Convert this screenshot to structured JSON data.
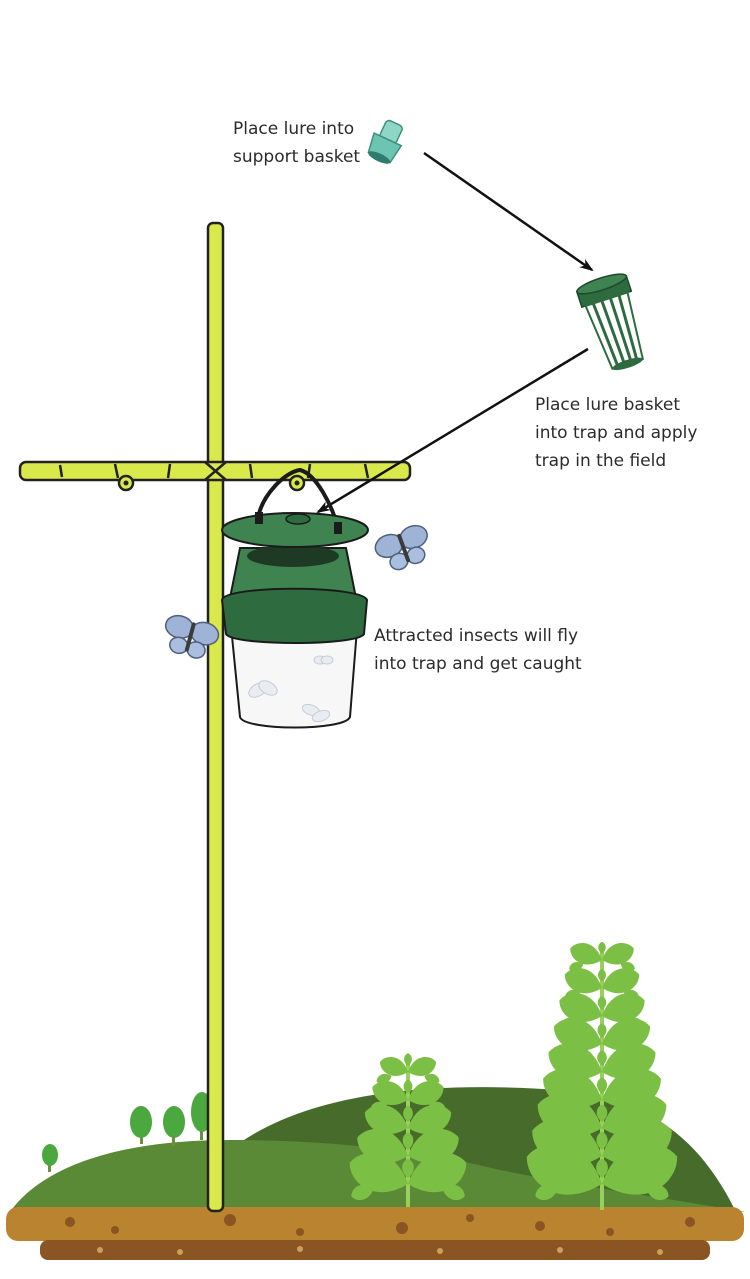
{
  "steps": [
    {
      "text": "Place lure into\nsupport basket"
    },
    {
      "text": "Place lure basket\ninto trap and apply\ntrap in the field"
    },
    {
      "text": "Attracted insects will fly\ninto trap and get caught"
    }
  ],
  "colors": {
    "pole": "#d9e84a",
    "pole_outline": "#222222",
    "lure": "#6cc4b3",
    "trap_green": "#2e6b3f",
    "trap_green_light": "#3f8450",
    "bucket": "#f7f7f7",
    "butterfly": "#9fb3d6",
    "hill_dark": "#466b2a",
    "hill": "#5a8a35",
    "soil": "#b9832f",
    "soil_dark": "#8a5522",
    "leaf": "#7cbf45",
    "stem": "#9bcf5c"
  },
  "icons": [
    "lure-icon",
    "lure-basket-icon",
    "trap-icon",
    "butterfly-icon",
    "plant-icon",
    "tree-icon"
  ]
}
